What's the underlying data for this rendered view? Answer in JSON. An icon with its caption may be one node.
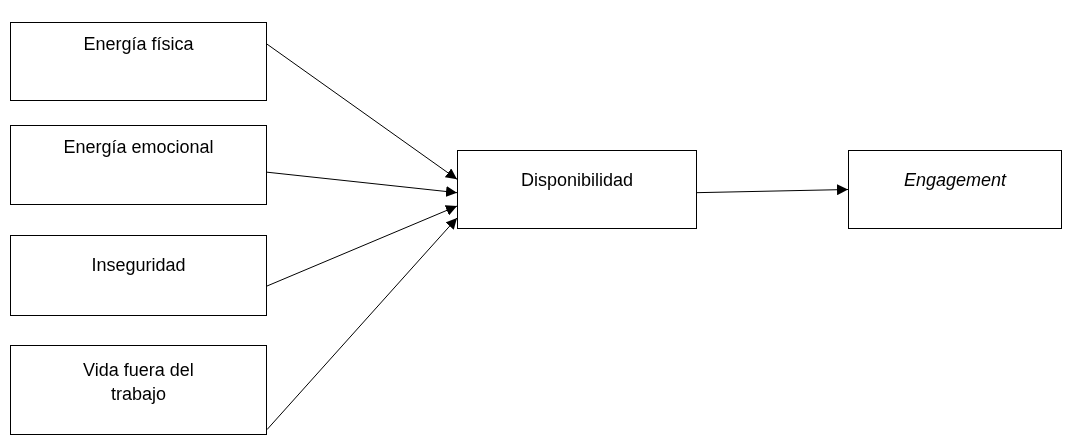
{
  "diagram": {
    "nodes": [
      {
        "text": [
          "Energía física"
        ]
      },
      {
        "text": [
          "Energía emocional"
        ]
      },
      {
        "text": [
          "Inseguridad"
        ]
      },
      {
        "text": [
          "Vida fuera del trabajo"
        ]
      },
      {
        "text": [
          "Disponibilidad"
        ]
      },
      {
        "text": [
          "Engagement"
        ]
      }
    ],
    "edges": [
      {
        "from": 0,
        "to": 4,
        "arrow": "to"
      },
      {
        "from": 1,
        "to": 4,
        "arrow": "to"
      },
      {
        "from": 2,
        "to": 4,
        "arrow": "to"
      },
      {
        "from": 3,
        "to": 4,
        "arrow": "to"
      },
      {
        "from": 4,
        "to": 5,
        "arrow": "to"
      }
    ]
  }
}
